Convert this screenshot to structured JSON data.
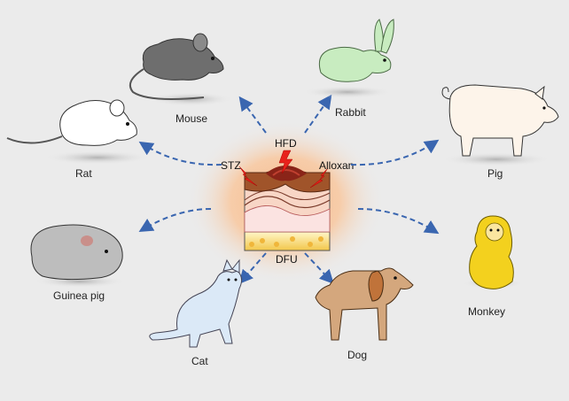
{
  "center": {
    "agents": {
      "hfd": "HFD",
      "stz": "STZ",
      "alloxan": "Alloxan"
    },
    "condition": "DFU"
  },
  "animals": {
    "mouse": "Mouse",
    "rabbit": "Rabbit",
    "rat": "Rat",
    "pig": "Pig",
    "guinea_pig": "Guinea pig",
    "monkey": "Monkey",
    "cat": "Cat",
    "dog": "Dog"
  },
  "colors": {
    "arrow": "#3a66b0",
    "glow": "#f6b98a",
    "lightning": "#e8221b",
    "background": "#ebebeb"
  }
}
